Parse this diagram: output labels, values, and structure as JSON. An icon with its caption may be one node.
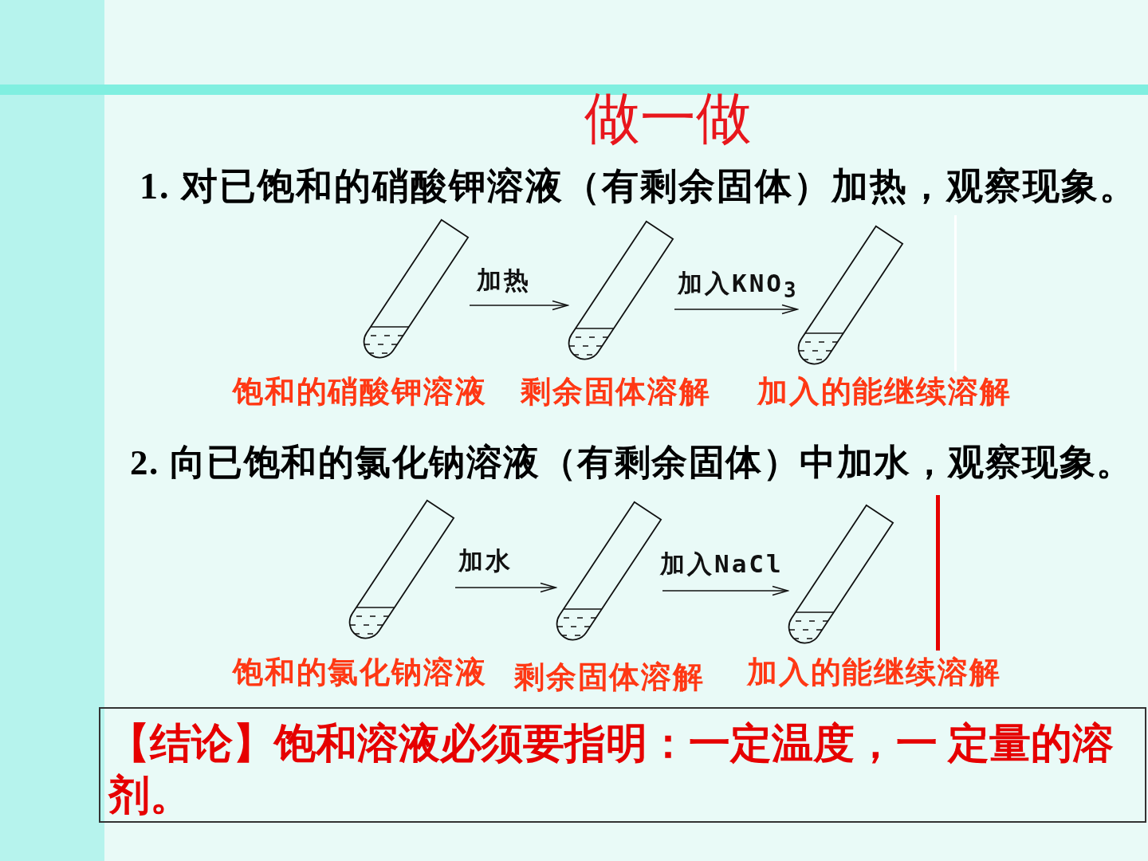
{
  "diagram": {
    "title": "做一做",
    "nodes": [
      {
        "text": [],
        "shape": "picture",
        "beside": [
          "饱和的硝酸钾溶液"
        ]
      },
      {
        "text": [],
        "shape": "picture",
        "beside": [
          "剩余固体溶解"
        ]
      },
      {
        "text": [],
        "shape": "picture",
        "beside": [
          "加入的能继续溶解"
        ]
      },
      {
        "text": [],
        "shape": "picture",
        "beside": [
          "饱和的氯化钠溶液"
        ]
      },
      {
        "text": [],
        "shape": "picture",
        "beside": [
          "剩余固体溶解"
        ]
      },
      {
        "text": [],
        "shape": "picture",
        "beside": [
          "加入的能继续溶解"
        ]
      },
      {
        "text": [
          "【结论】饱和溶液必须要指明：一定温度，一 定量的溶剂。"
        ]
      }
    ],
    "edges": [
      {
        "from": 0,
        "to": 1,
        "arrow": "to",
        "label": "加热"
      },
      {
        "from": 1,
        "to": 2,
        "arrow": "to",
        "label": "加入KNO$_{3}$"
      },
      {
        "from": 3,
        "to": 4,
        "arrow": "to",
        "label": "加水"
      },
      {
        "from": 4,
        "to": 5,
        "arrow": "to",
        "label": "加入NaCl"
      }
    ],
    "labels": [
      "1. 对已饱和的硝酸钾溶液（有剩余固体）加热，观察现象。",
      "2. 向已饱和的氯化钠溶液（有剩余固体）中加水，观察现象。"
    ]
  }
}
